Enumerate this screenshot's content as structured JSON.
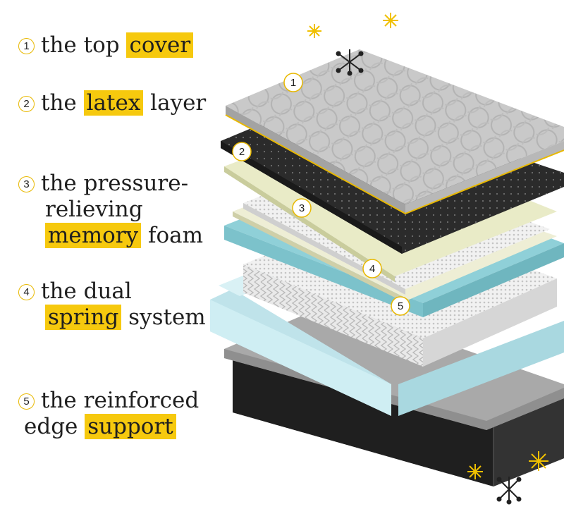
{
  "colors": {
    "accent": "#f6c90e",
    "text": "#1f1f1f",
    "badge_ring": "#e8b800"
  },
  "icons": [
    "sparkle-icon",
    "atom-star-icon"
  ],
  "layers": [
    {
      "num": "1",
      "before": "the top ",
      "highlight": "cover",
      "after": ""
    },
    {
      "num": "2",
      "before": "the ",
      "highlight": "latex",
      "after": " layer"
    },
    {
      "num": "3",
      "line1": "the pressure-",
      "line2": "relieving",
      "highlight": "memory",
      "after": " foam"
    },
    {
      "num": "4",
      "line1": "the dual",
      "highlight": "spring",
      "after": " system"
    },
    {
      "num": "5",
      "line1": "the reinforced",
      "before2": "edge ",
      "highlight": "support"
    }
  ]
}
